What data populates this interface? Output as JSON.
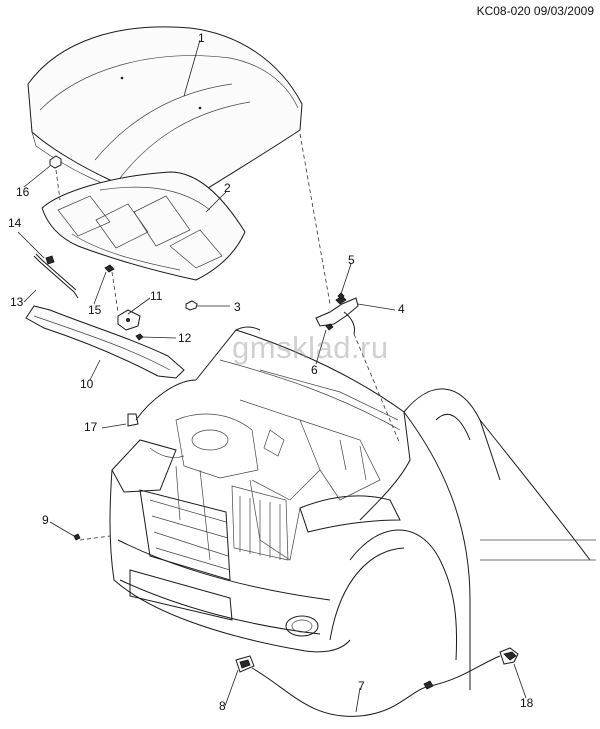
{
  "header": {
    "code": "KC08-020 09/03/2009"
  },
  "watermark": "gmsklad.ru",
  "callouts": {
    "c1": "1",
    "c2": "2",
    "c3": "3",
    "c4": "4",
    "c5": "5",
    "c6": "6",
    "c7": "7",
    "c8": "8",
    "c9": "9",
    "c10": "10",
    "c11": "11",
    "c12": "12",
    "c13": "13",
    "c14": "14",
    "c15": "15",
    "c16": "16",
    "c17": "17",
    "c18": "18"
  }
}
